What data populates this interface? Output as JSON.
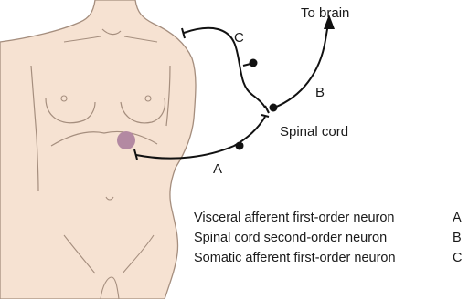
{
  "labels": {
    "to_brain": "To brain",
    "spinal_cord": "Spinal cord",
    "a": "A",
    "b": "B",
    "c": "C"
  },
  "legend": [
    {
      "text": "Visceral afferent first-order neuron",
      "key": "A"
    },
    {
      "text": "Spinal cord second-order neuron",
      "key": "B"
    },
    {
      "text": "Somatic afferent first-order neuron",
      "key": "C"
    }
  ],
  "colors": {
    "skin": "#f6e2d2",
    "outline": "#a58e7e",
    "neuron": "#111111",
    "pain_site": "#b389a2"
  }
}
